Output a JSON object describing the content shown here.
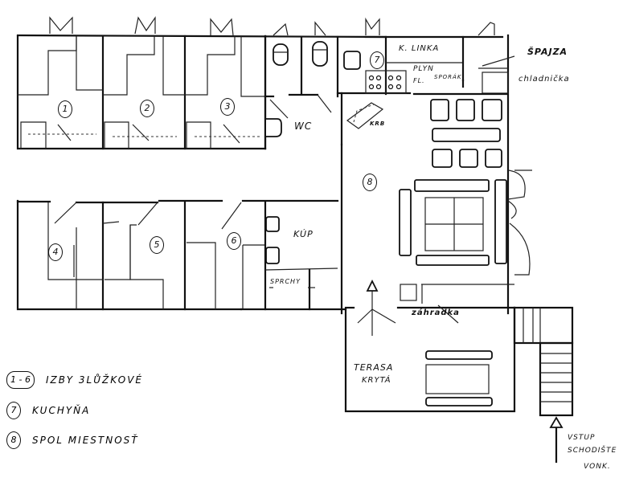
{
  "plan": {
    "room_numbers": [
      "1",
      "2",
      "3",
      "4",
      "5",
      "6",
      "7",
      "8"
    ],
    "labels": {
      "kitchen_counter": "K. LINKA",
      "stove": "PLYN",
      "stove_sub": "SPORÁK",
      "stove_fl": "FL.",
      "pantry": "ŠPAJZA",
      "fridge": "chladnička",
      "wc": "WC",
      "fireplace": "KRB",
      "bathroom": "KÚP",
      "showers": "SPRCHY",
      "grill": "záhradka",
      "terrace": "TERASA",
      "terrace_sub": "KRYTÁ",
      "entrance_1": "VSTUP",
      "entrance_2": "SCHODIŠTE",
      "entrance_3": "VONK."
    }
  },
  "legend": [
    {
      "marker": "1 - 6",
      "text": "IZBY 3LŮŽKOVÉ"
    },
    {
      "marker": "7",
      "text": "KUCHYŇA"
    },
    {
      "marker": "8",
      "text": "SPOL MIESTNOSŤ"
    }
  ]
}
